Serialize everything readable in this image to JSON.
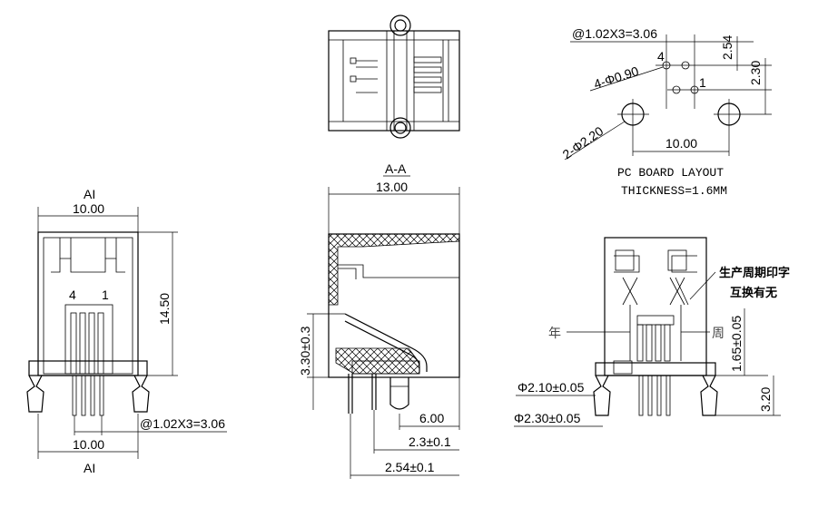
{
  "left_view": {
    "section_top": "AI",
    "width_top": "10.00",
    "height_right": "14.50",
    "pin_labels": [
      "4",
      "1"
    ],
    "pitch_label": "@1.02X3=3.06",
    "width_bottom": "10.00",
    "section_bottom": "AI"
  },
  "section_view": {
    "title": "A-A",
    "depth": "13.00",
    "height_label": "3.30±0.3",
    "offset_1": "6.00",
    "offset_2": "2.3±0.1",
    "offset_3": "2.54±0.1"
  },
  "board_layout": {
    "pitch": "@1.02X3=3.06",
    "small_holes": "4-Φ0.90",
    "large_holes": "2-Φ2.20",
    "pin_4": "4",
    "pin_1": "1",
    "v_254": "2.54",
    "v_230": "2.30",
    "h_1000": "10.00",
    "title": "PC BOARD LAYOUT",
    "thickness": "THICKNESS=1.6MM"
  },
  "right_view": {
    "note_1": "生产周期印字",
    "note_2": "互换有无",
    "year_label": "年",
    "week_label": "周",
    "dim_165": "1.65±0.05",
    "dim_210": "Φ2.10±0.05",
    "dim_230": "Φ2.30±0.05",
    "dim_320": "3.20"
  }
}
